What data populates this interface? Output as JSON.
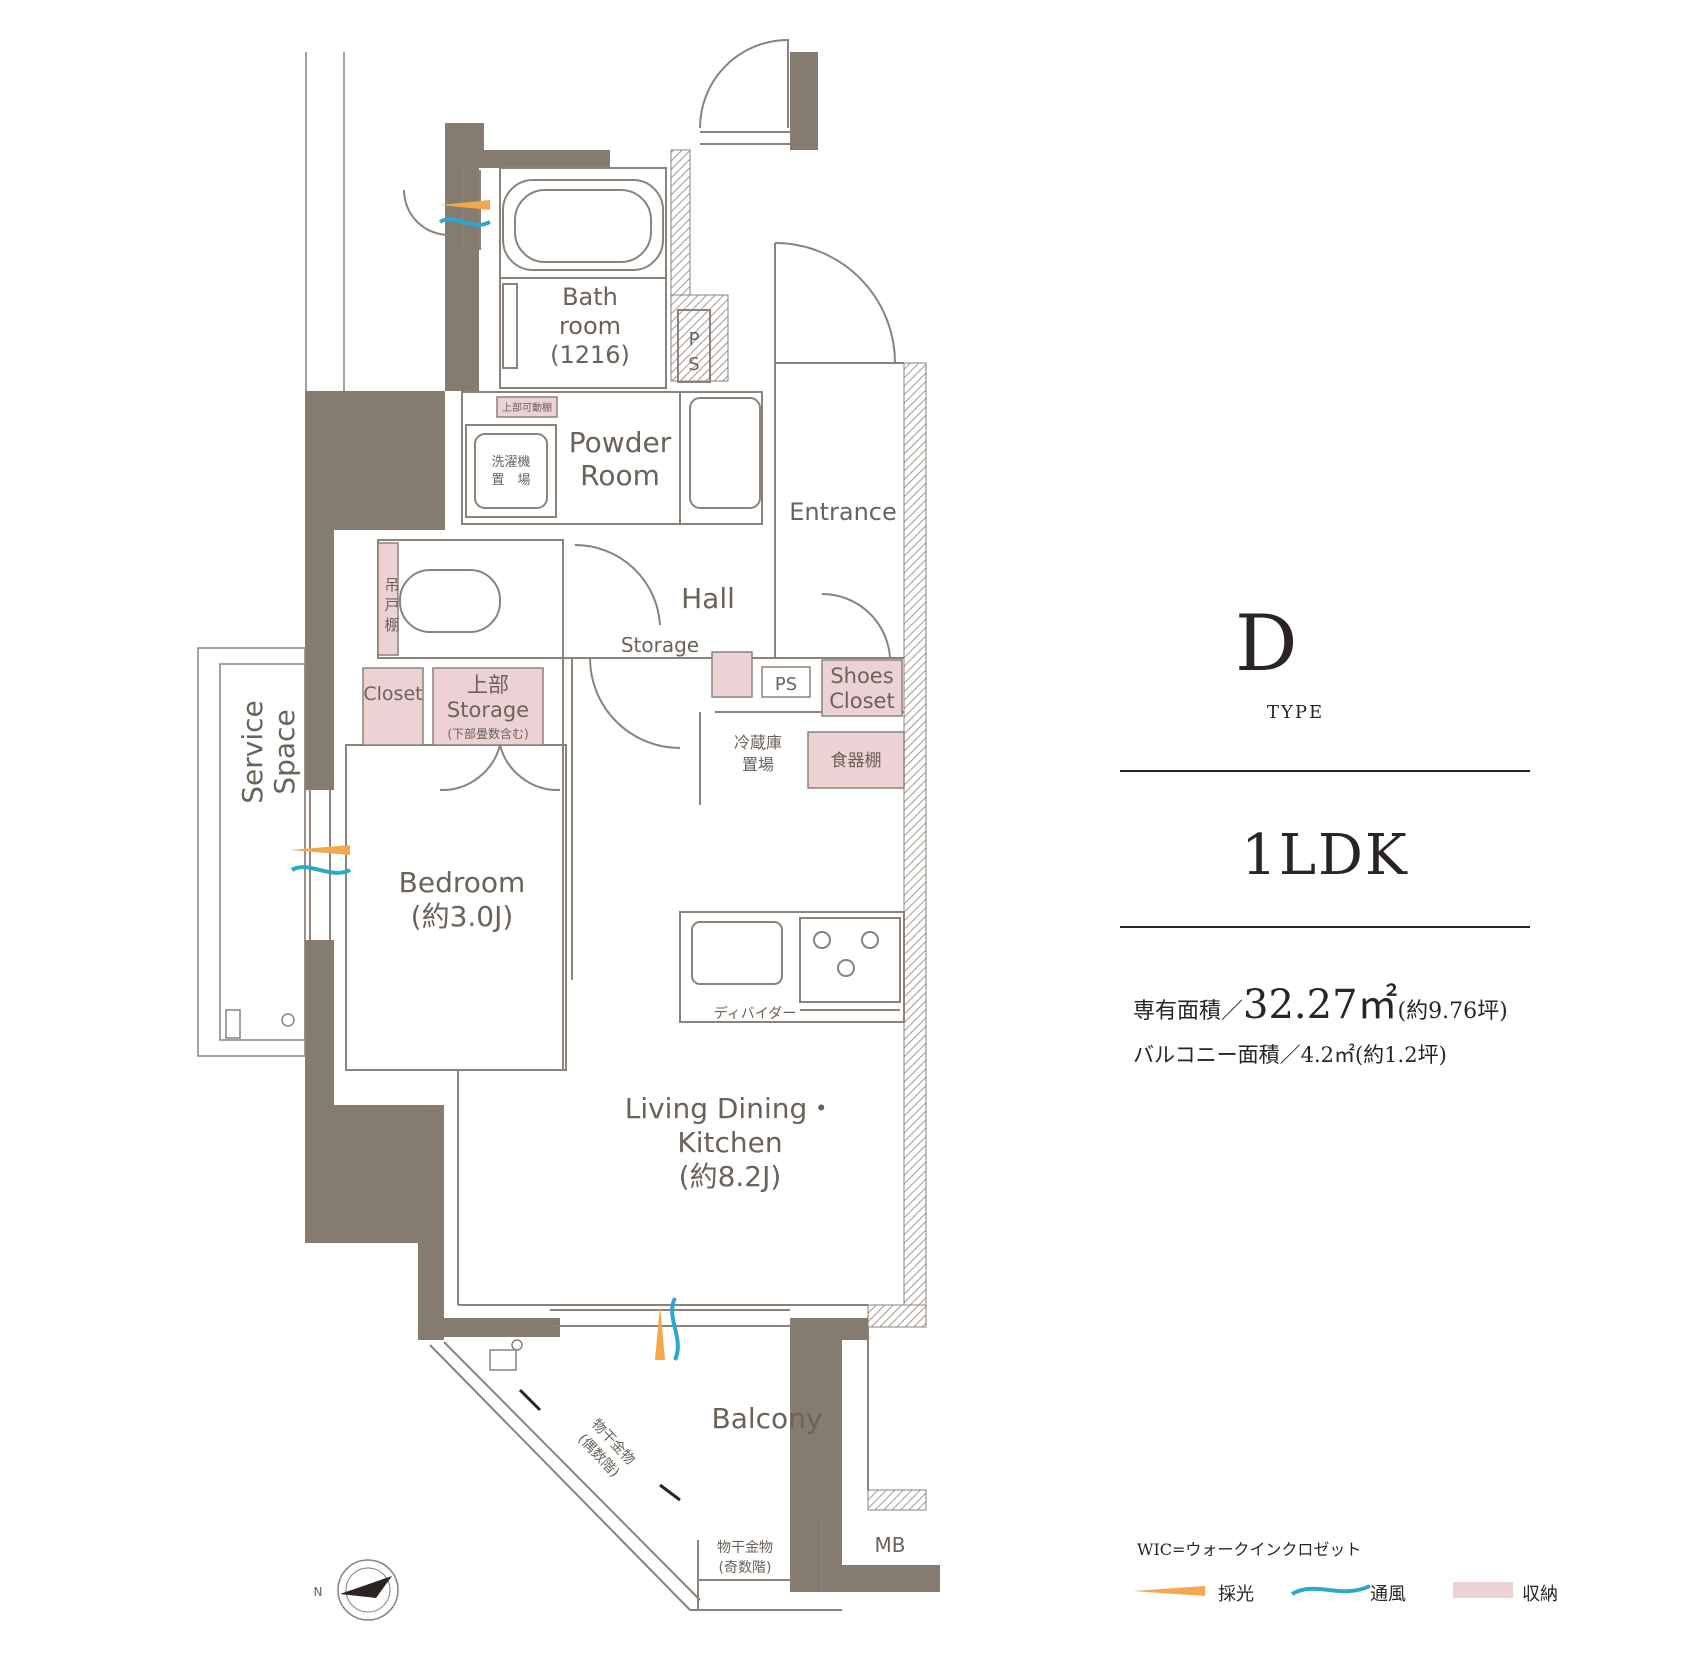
{
  "colors": {
    "wall": "#857b6e",
    "line": "#8c8279",
    "storage": "#ecd2d4",
    "light": "#f2a94e",
    "wind": "#2aa9cf",
    "text": "#6b6259"
  },
  "rooms": {
    "bath_1": "Bath",
    "bath_2": "room",
    "bath_3": "(1216)",
    "ps_top_1": "P",
    "ps_top_2": "S",
    "powder_1": "Powder",
    "powder_2": "Room",
    "upper_shelf": "上部可動棚",
    "washer_1": "洗濯機",
    "washer_2": "置　場",
    "entrance": "Entrance",
    "hall": "Hall",
    "storage": "Storage",
    "hanging_1": "吊",
    "hanging_2": "戸",
    "hanging_3": "棚",
    "ps_mid": "PS",
    "shoes_1": "Shoes",
    "shoes_2": "Closet",
    "closet": "Closet",
    "upper_storage_1": "上部",
    "upper_storage_2": "Storage",
    "upper_storage_3": "(下部畳数含む)",
    "fridge_1": "冷蔵庫",
    "fridge_2": "置場",
    "cupboard": "食器棚",
    "service_1": "Service",
    "service_2": "Space",
    "bedroom_1": "Bedroom",
    "bedroom_2": "(約3.0J)",
    "divider": "ディバイダー",
    "ldk_1": "Living Dining・",
    "ldk_2": "Kitchen",
    "ldk_3": "(約8.2J)",
    "balcony": "Balcony",
    "dryer_even_1": "物干金物",
    "dryer_even_2": "(偶数階)",
    "dryer_odd_1": "物干金物",
    "dryer_odd_2": "(奇数階)",
    "mb": "MB",
    "north": "N"
  },
  "info": {
    "type_letter": "D",
    "type_word": "TYPE",
    "layout": "1LDK",
    "exclusive_label": "専有面積／",
    "exclusive_value": "32.27㎡",
    "exclusive_tsubo": "(約9.76坪)",
    "balcony_area": "バルコニー面積／4.2㎡(約1.2坪)"
  },
  "legend": {
    "note": "WIC=ウォークインクロゼット",
    "light": "採光",
    "wind": "通風",
    "storage": "収納"
  }
}
